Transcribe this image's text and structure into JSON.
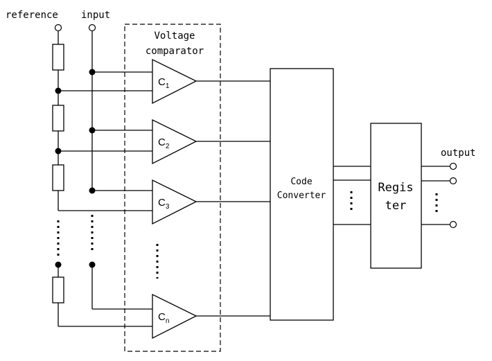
{
  "labels": {
    "reference": "reference",
    "input": "input",
    "output": "output",
    "comparator_line1": "Voltage",
    "comparator_line2": "comparator",
    "converter_line1": "Code",
    "converter_line2": "Converter",
    "register_line1": "Regis",
    "register_line2": "ter"
  },
  "comparators": [
    {
      "letter": "C",
      "sub": "1"
    },
    {
      "letter": "C",
      "sub": "2"
    },
    {
      "letter": "C",
      "sub": "3"
    },
    {
      "letter": "C",
      "sub": "n"
    }
  ]
}
